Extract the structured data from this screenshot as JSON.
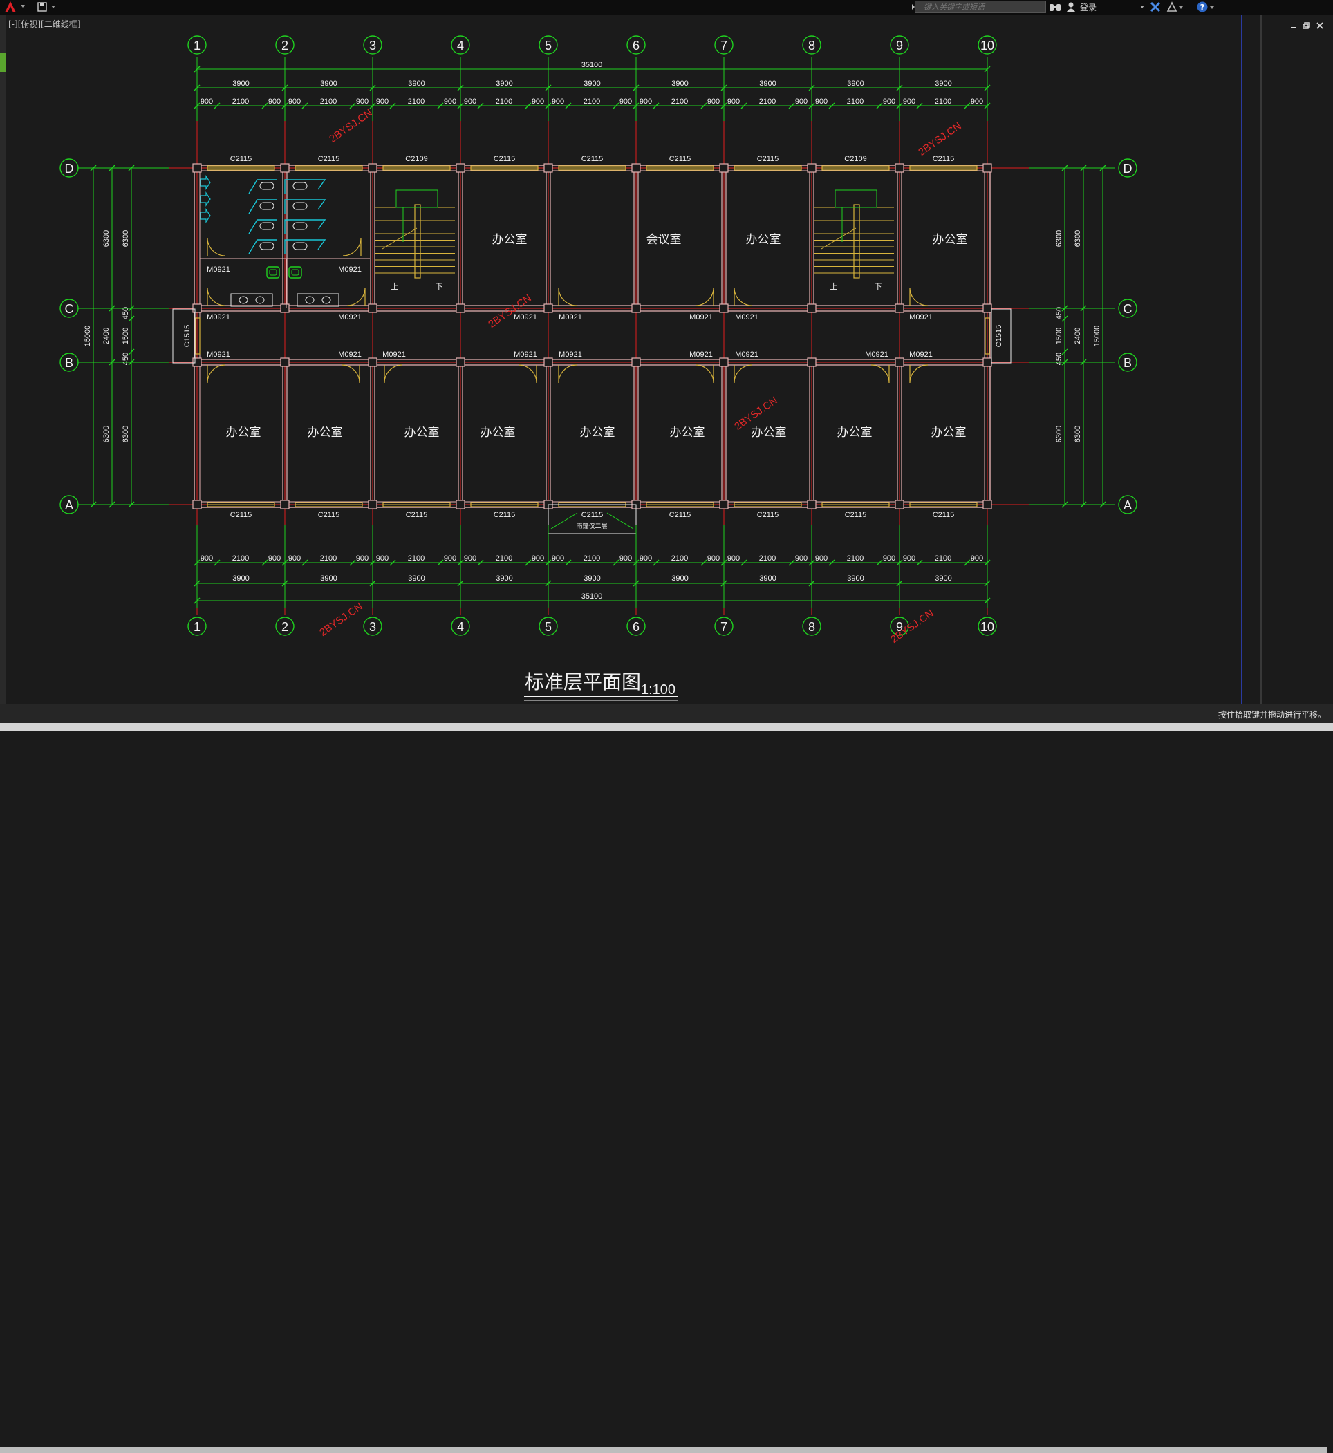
{
  "toolbar": {
    "search_placeholder": "键入关键字或短语",
    "login_label": "登录",
    "app_icon": "autocad-a-icon",
    "save_icon": "save-icon",
    "search_icon": "binoculars-icon",
    "user_icon": "user-icon",
    "exchange_icon": "exchange-x-icon",
    "a360_icon": "a360-icon",
    "help_icon": "help-icon"
  },
  "viewport": {
    "label": "[-][俯视][二维线框]"
  },
  "status": {
    "message": "按住拾取键并拖动进行平移。"
  },
  "colors": {
    "background": "#1b1b1b",
    "grid_green": "#1fd11f",
    "axis_red": "#e01e1e",
    "wall_pink": "#e5b2b2",
    "window_yellow": "#d8b43c",
    "fixture_cyan": "#19c4d4",
    "watermark": "#e02828"
  },
  "plan": {
    "title": "标准层平面图",
    "scale": "1:100",
    "axes_x": [
      "1",
      "2",
      "3",
      "4",
      "5",
      "6",
      "7",
      "8",
      "9",
      "10"
    ],
    "axes_y": [
      "D",
      "C",
      "B",
      "A"
    ],
    "dims": {
      "total": "35100",
      "bay": "3900",
      "seg_a": "900",
      "seg_b": "2100",
      "depth_total": "15000",
      "room_depth": "6300",
      "corridor": "2400",
      "corr_a": "450",
      "corr_b": "1500"
    },
    "windows_top": [
      "C2115",
      "C2115",
      "C2109",
      "C2115",
      "C2115",
      "C2115",
      "C2115",
      "C2109",
      "C2115"
    ],
    "windows_bottom": [
      "C2115",
      "C2115",
      "C2115",
      "C2115",
      "C2115",
      "C2115",
      "C2115",
      "C2115",
      "C2115"
    ],
    "end_window": "C1515",
    "door": "M0921",
    "rooms_top": [
      "办公室",
      "会议室",
      "办公室",
      "办公室"
    ],
    "rooms_bottom": [
      "办公室",
      "办公室",
      "办公室",
      "办公室",
      "办公室",
      "办公室",
      "办公室",
      "办公室",
      "办公室"
    ],
    "stair_up": "上",
    "stair_down": "下",
    "canopy_note": "雨篷仅二层",
    "watermark": "2BYSJ.CN"
  }
}
